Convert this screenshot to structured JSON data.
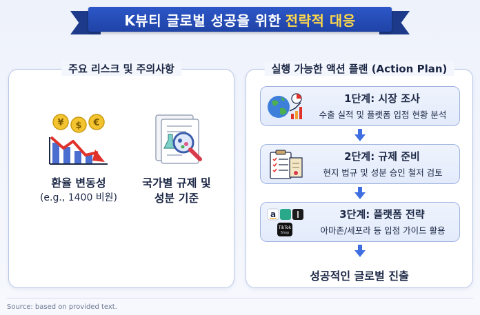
{
  "title": {
    "main": "K뷰티 글로벌 성공을 위한",
    "highlight": "전략적 대응"
  },
  "left_panel": {
    "title": "주요 리스크 및 주의사항",
    "items": [
      {
        "label": "환율 변동성",
        "sub": "(e.g., 1400 비원)",
        "icon": "currency-decline-chart-icon"
      },
      {
        "label_line1": "국가별 규제 및",
        "label_line2": "성분 기준",
        "icon": "ingredient-inspection-icon"
      }
    ]
  },
  "right_panel": {
    "title": "실행 가능한 액션 플랜 (Action Plan)",
    "steps": [
      {
        "title": "1단계: 시장 조사",
        "desc": "수출 실적 및 플랫폼 입점 현황 분석",
        "icon": "globe-growth-icon"
      },
      {
        "title": "2단계: 규제 준비",
        "desc": "현지 법규 및 성분 승인 철저 검토",
        "icon": "checklist-document-icon"
      },
      {
        "title": "3단계: 플랫폼 전략",
        "desc": "아마존/세포라 등 입점 가이드 활용",
        "icon": "platform-logos-icon",
        "logo_text": {
          "amazon": "a",
          "tiktok": "TikTok",
          "tiktok_sub": "Shop"
        }
      }
    ],
    "final": "성공적인 글로벌 진출"
  },
  "colors": {
    "ribbon": "#2d57c8",
    "highlight": "#ffd84a",
    "arrow": "#3f6ee0",
    "border": "#9fb3e0"
  },
  "source": "Source: based on provided text."
}
